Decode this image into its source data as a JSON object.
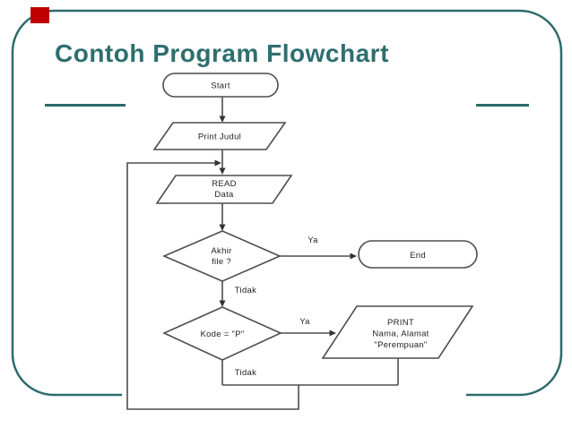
{
  "slide": {
    "title": "Contoh Program Flowchart",
    "colors": {
      "accent_teal": "#2d6b6b",
      "title_teal": "#2e6e6e",
      "flowchart_line": "#4d4d4d",
      "red_marker": "#c00000"
    }
  },
  "flowchart": {
    "nodes": {
      "start": {
        "type": "terminator",
        "label": "Start"
      },
      "print_judul": {
        "type": "input-output",
        "label": "Print Judul"
      },
      "read_data": {
        "type": "input-output",
        "lines": [
          "READ",
          "Data"
        ]
      },
      "akhir_file": {
        "type": "decision",
        "lines": [
          "Akhir",
          "file ?"
        ]
      },
      "end": {
        "type": "terminator",
        "label": "End"
      },
      "kode_p": {
        "type": "decision",
        "label": "Kode = \"P\""
      },
      "print_perempuan": {
        "type": "input-output",
        "lines": [
          "PRINT",
          "Nama, Alamat",
          "\"Perempuan\""
        ]
      }
    },
    "edge_labels": {
      "akhir_ya": "Ya",
      "akhir_tidak": "Tidak",
      "kode_ya": "Ya",
      "kode_tidak": "Tidak"
    }
  }
}
